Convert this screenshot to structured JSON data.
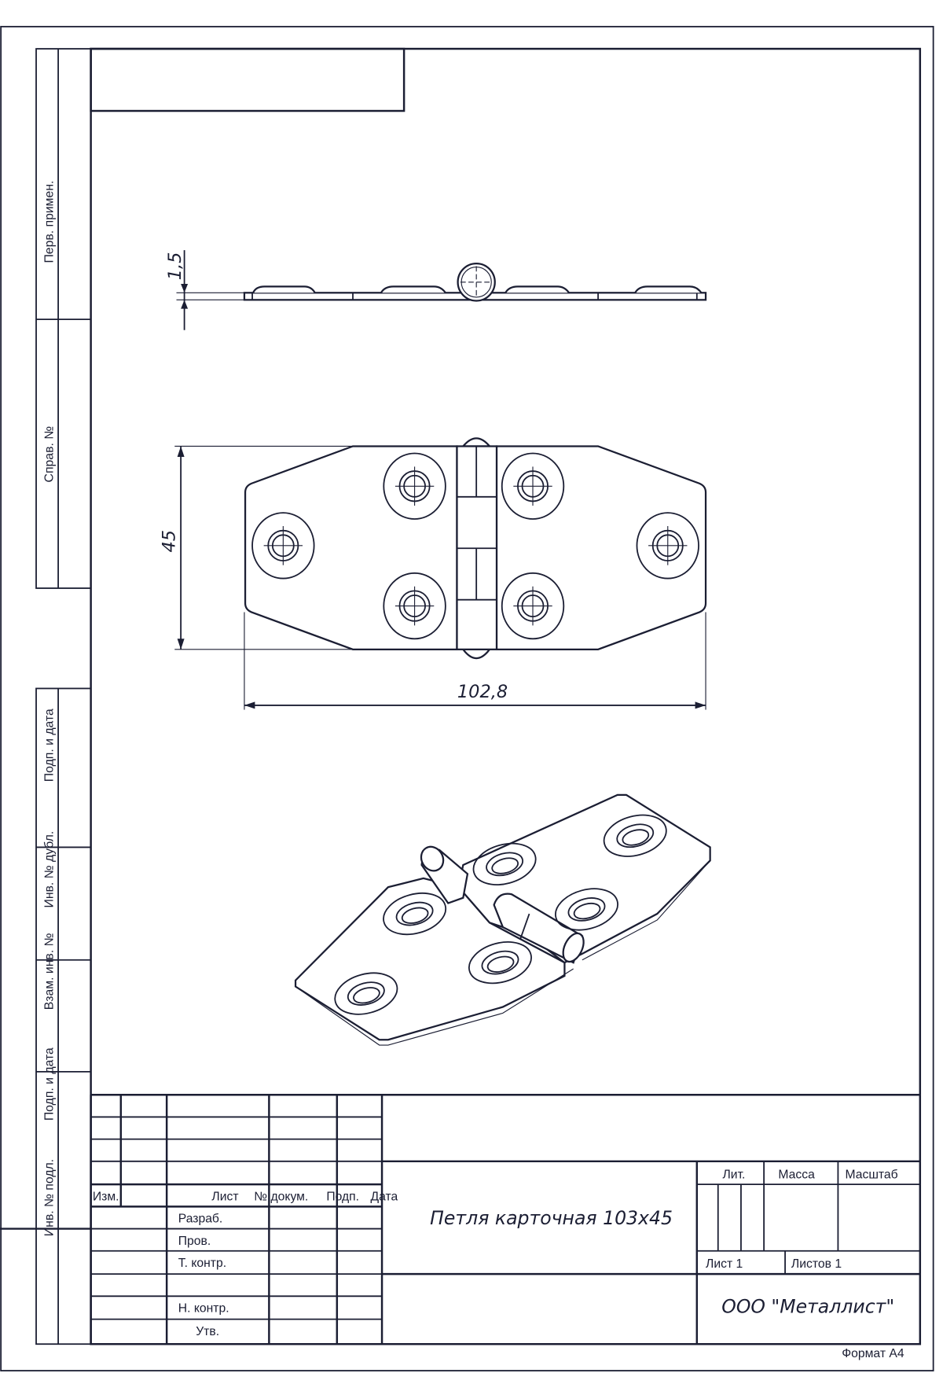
{
  "side_strip": {
    "perv_primen": "Перв. примен.",
    "sprav_no": "Справ. №",
    "podp_data_1": "Подп. и дата",
    "inv_dubl": "Инв. № дубл.",
    "vzam_inv": "Взам. инв. №",
    "podp_data_2": "Подп. и дата",
    "inv_podl": "Инв. № подл."
  },
  "dimensions": {
    "thickness": "1,5",
    "height": "45",
    "length": "102,8"
  },
  "title_block": {
    "headers": {
      "izm": "Изм.",
      "list": "Лист",
      "n_dokum": "№ докум.",
      "podp": "Подп.",
      "data": "Дата"
    },
    "roles": {
      "razrab": "Разраб.",
      "prov": "Пров.",
      "t_kontr": "Т. контр.",
      "n_kontr": "Н. контр.",
      "utv": "Утв."
    },
    "title": "Петля карточная 103х45",
    "lit": "Лит.",
    "massa": "Масса",
    "masshtab": "Масштаб",
    "sheet": "Лист 1",
    "sheets": "Листов 1",
    "company": "ООО \"Металлист\"",
    "format": "Формат А4"
  }
}
